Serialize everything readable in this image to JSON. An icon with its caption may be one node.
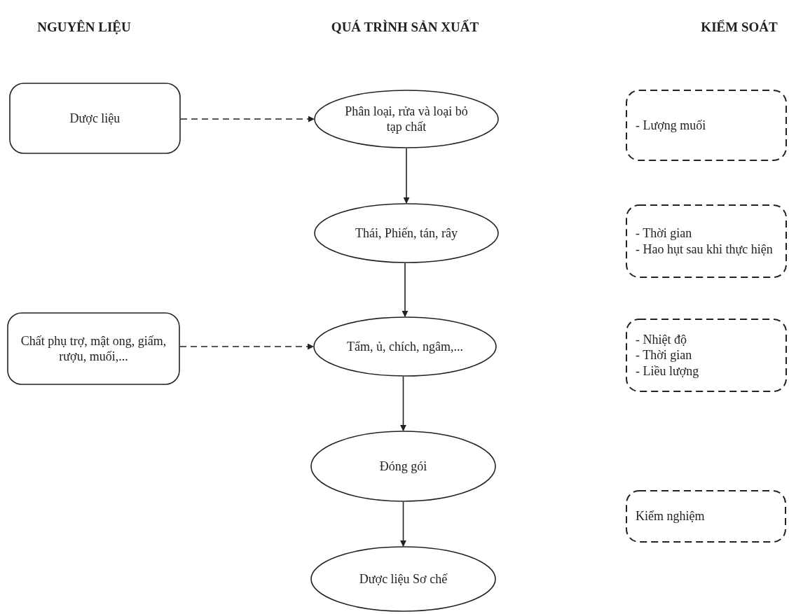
{
  "diagram": {
    "nodes": [
      {
        "text": [
          "Dược liệu"
        ]
      },
      {
        "text": [
          "Phân loại, rửa và loại bỏ tạp chất"
        ]
      },
      {
        "text": [
          "Thái, Phiến, tán, rây"
        ]
      },
      {
        "text": [
          "Chất phụ trợ, mật ong, giấm, rượu, muối,..."
        ]
      },
      {
        "text": [
          "Tẩm, ủ, chích, ngâm,..."
        ]
      },
      {
        "text": [
          "Đóng gói"
        ]
      },
      {
        "text": [
          "Dược liệu Sơ chế"
        ]
      },
      {
        "text": [
          "- Lượng muối"
        ]
      },
      {
        "text": [
          "- Thời gian",
          "- Hao hụt sau khi thực hiện"
        ]
      },
      {
        "text": [
          "- Nhiệt độ",
          "- Thời gian",
          "- Liều lượng"
        ]
      },
      {
        "text": [
          "Kiểm nghiệm"
        ]
      }
    ],
    "edges": [
      {
        "from": 0,
        "to": 1,
        "arrow": "to",
        "style": "dashed"
      },
      {
        "from": 1,
        "to": 2,
        "arrow": "to"
      },
      {
        "from": 2,
        "to": 4,
        "arrow": "to"
      },
      {
        "from": 3,
        "to": 4,
        "arrow": "to",
        "style": "dashed"
      },
      {
        "from": 4,
        "to": 5,
        "arrow": "to"
      },
      {
        "from": 5,
        "to": 6,
        "arrow": "to"
      }
    ],
    "labels": [
      "NGUYÊN LIỆU",
      "QUÁ TRÌNH SẢN XUẤT",
      "KIỂM SOÁT"
    ]
  }
}
